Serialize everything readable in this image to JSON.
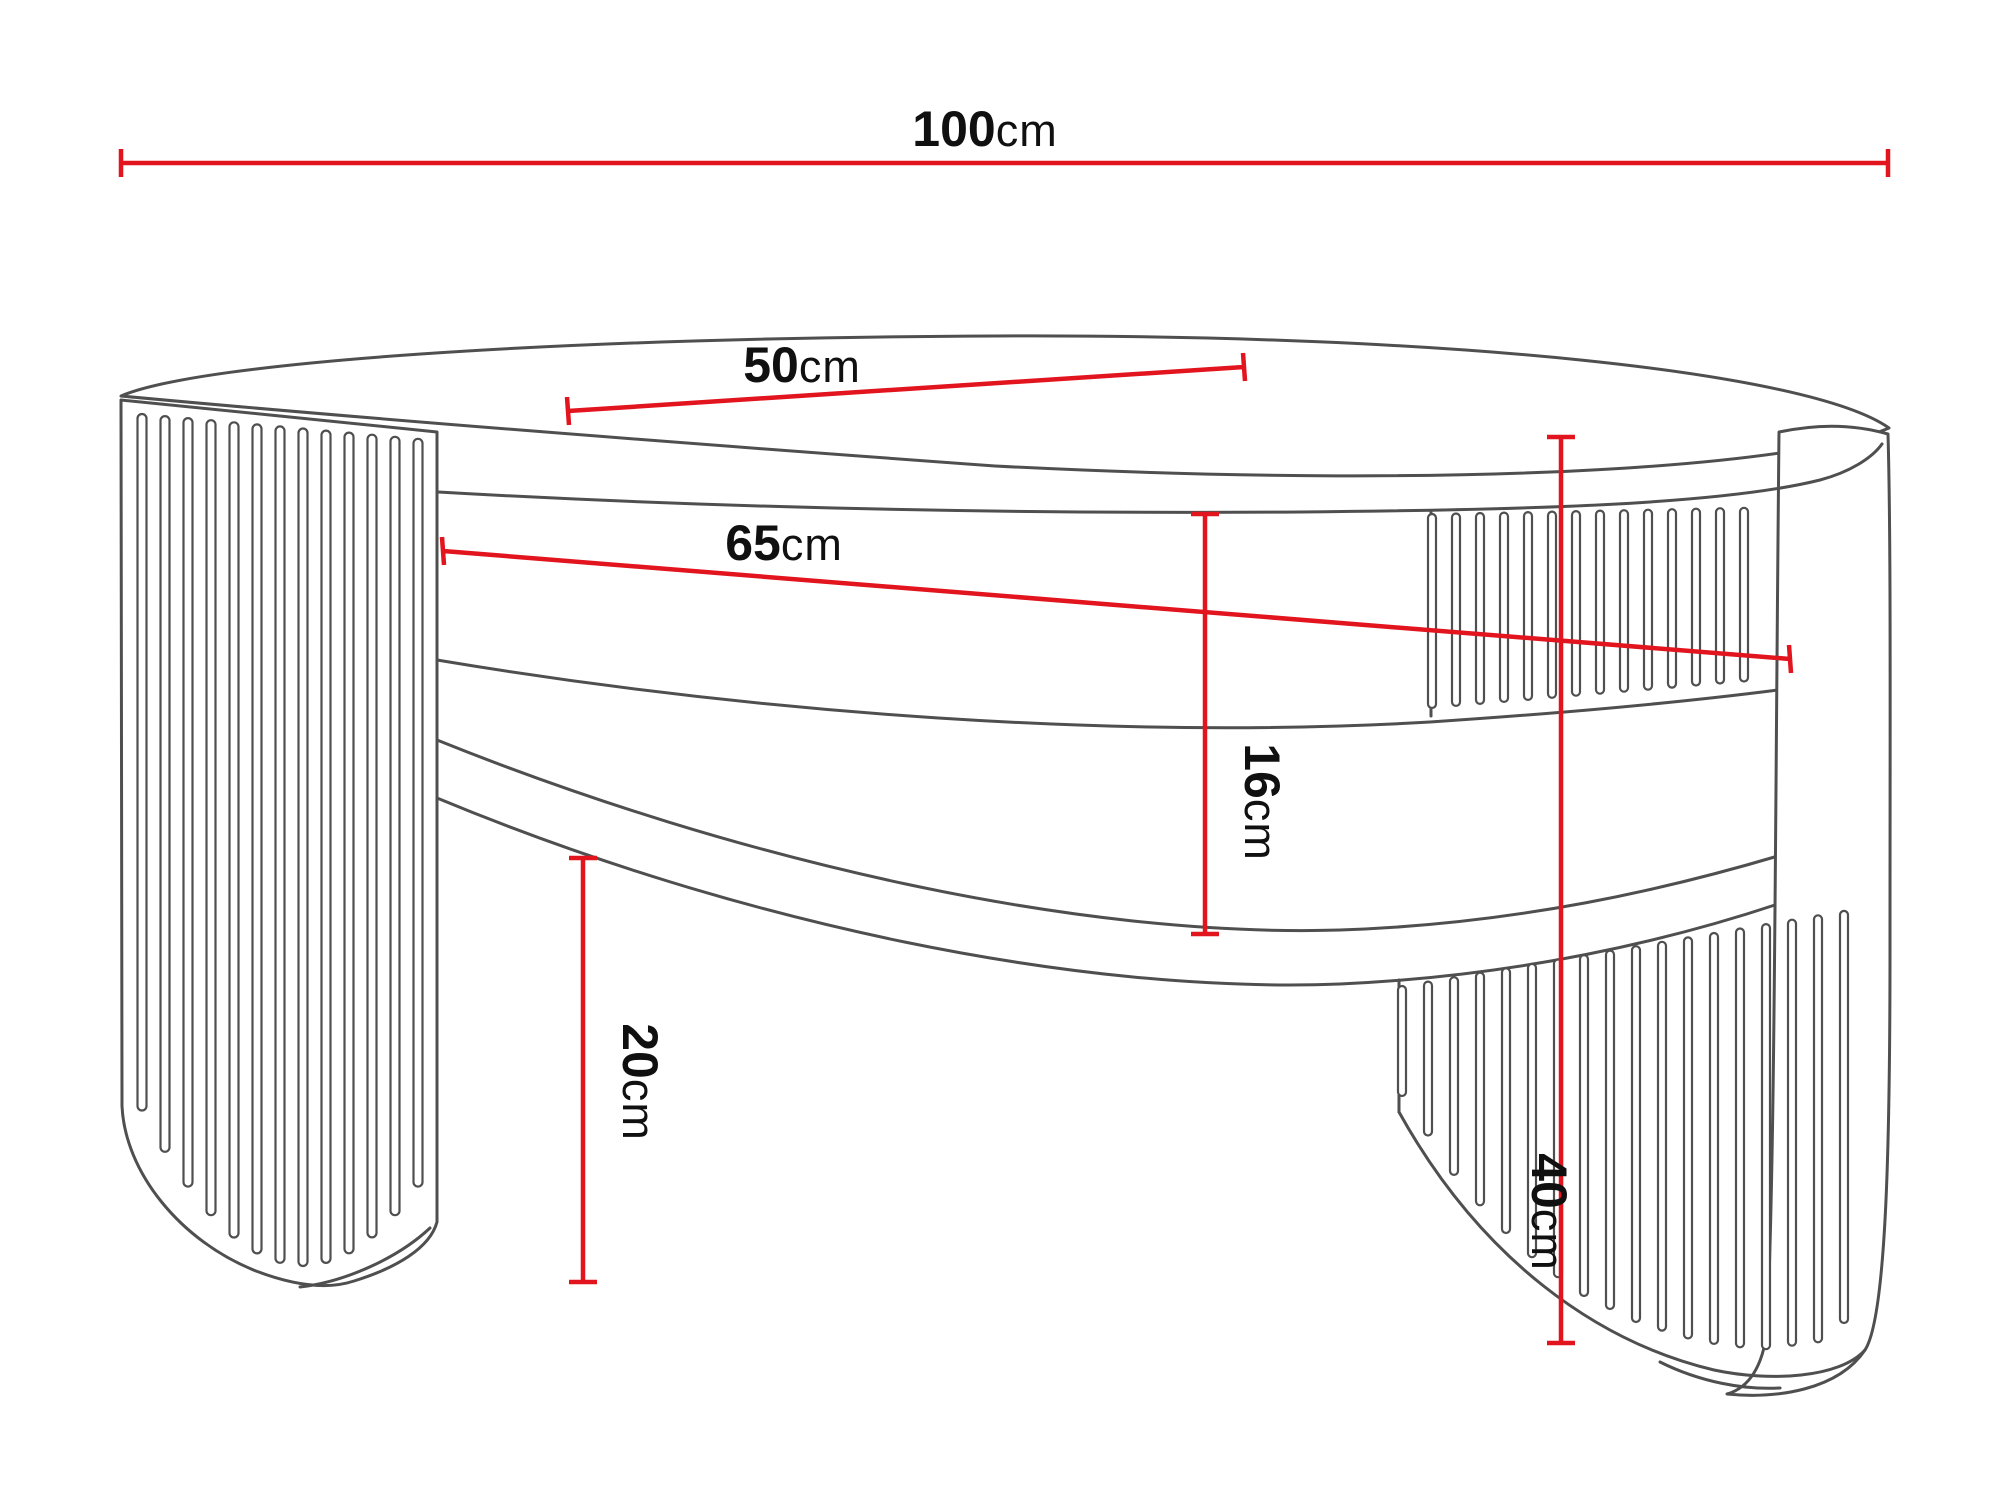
{
  "dimensions": {
    "width": {
      "value": "100",
      "unit": "cm"
    },
    "top_depth": {
      "value": "50",
      "unit": "cm"
    },
    "inner_width": {
      "value": "65",
      "unit": "cm"
    },
    "shelf_clearance": {
      "value": "16",
      "unit": "cm"
    },
    "under_shelf_height": {
      "value": "20",
      "unit": "cm"
    },
    "total_height": {
      "value": "40",
      "unit": "cm"
    }
  },
  "colors": {
    "dimension_line": "#e2141e",
    "outline": "#4f4f4f",
    "background": "#ffffff",
    "text": "#101010"
  }
}
